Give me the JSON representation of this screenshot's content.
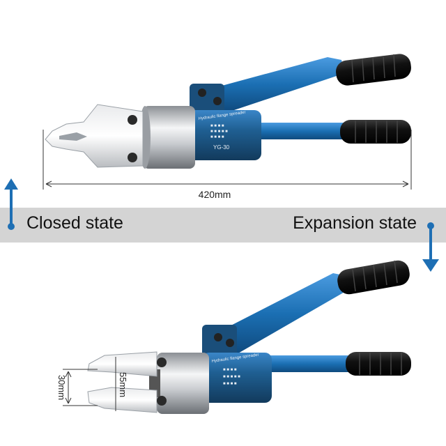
{
  "dimensions": {
    "length": "420mm",
    "open_height": "30mm",
    "opening": "55mm"
  },
  "states": {
    "closed": "Closed state",
    "expansion": "Expansion state"
  },
  "tool": {
    "model_label": "YG-30",
    "arrow_color": "#1e6fb4",
    "body_color": "#1f5f92",
    "handle_color": "#1b6fb3"
  }
}
